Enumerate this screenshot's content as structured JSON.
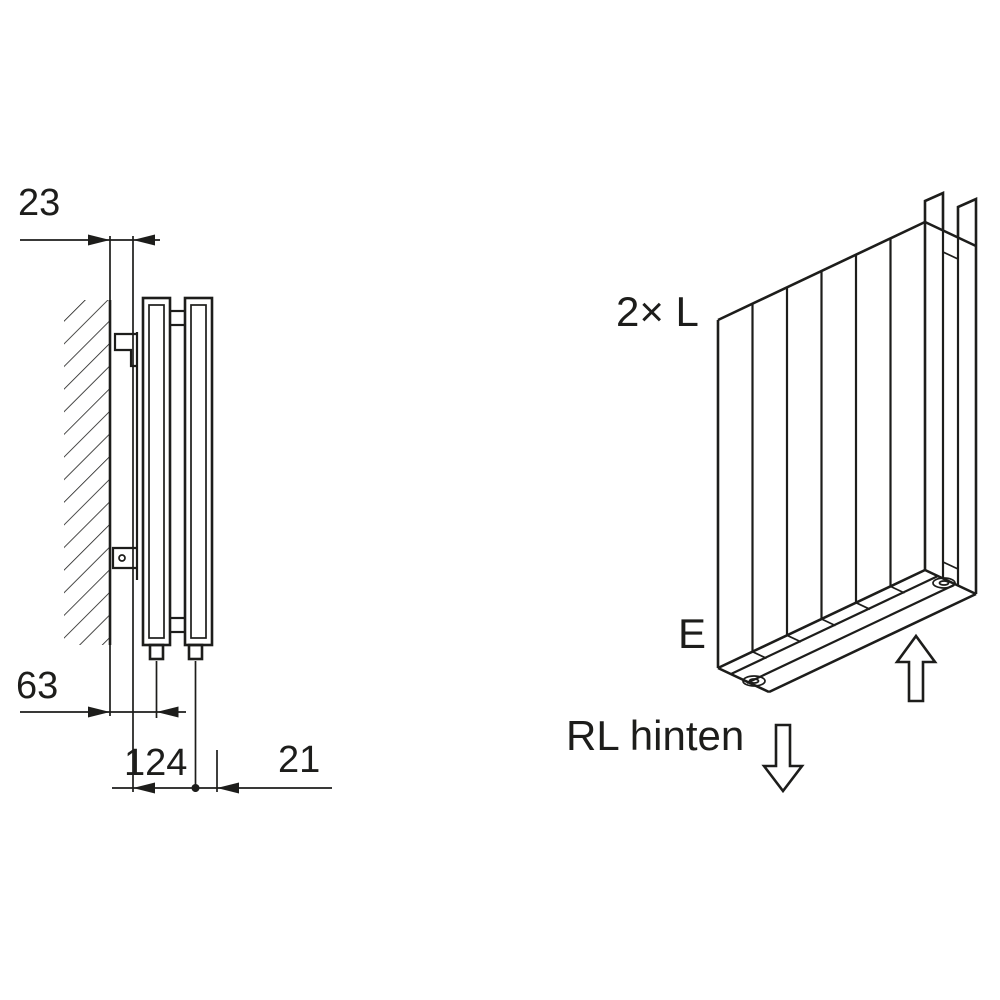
{
  "side_view": {
    "dim_wall_distance": "23",
    "dim_connection_rear": "63",
    "dim_connection_front": "124",
    "dim_front_offset": "21"
  },
  "iso_view": {
    "length_label": "2× L",
    "flow_label": "E",
    "return_label": "RL hinten"
  },
  "colors": {
    "line": "#1d1d1b",
    "background": "#ffffff"
  }
}
